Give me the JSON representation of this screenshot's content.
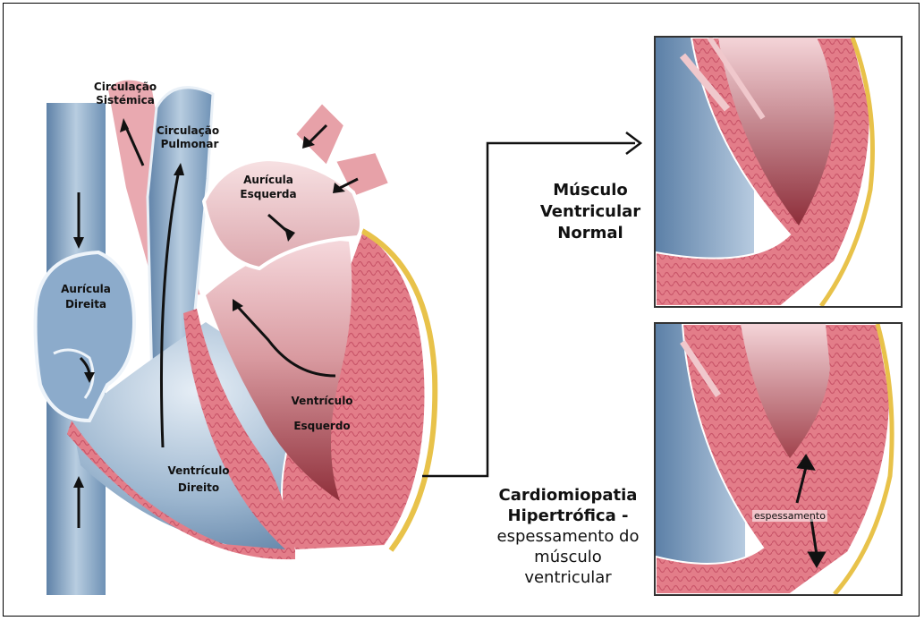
{
  "colors": {
    "muscle": "#e0727e",
    "muscle_dark": "#c2505e",
    "vessel_blue": "#6c8fb3",
    "blood_red": "#b14a52",
    "fat_yellow": "#e8c24a",
    "line": "#111111"
  },
  "heart": {
    "labels": {
      "systemic": [
        "Circulação",
        "Sistémica"
      ],
      "pulmonary": [
        "Circulação",
        "Pulmonar"
      ],
      "left_atrium": [
        "Aurícula",
        "Esquerda"
      ],
      "right_atrium": [
        "Aurícula",
        "Direita"
      ],
      "left_ventricle": [
        "Ventrículo",
        "Esquerdo"
      ],
      "right_ventricle": [
        "Ventrículo",
        "Direito"
      ]
    }
  },
  "insets": {
    "normal": {
      "caption": [
        "Músculo",
        "Ventricular",
        "Normal"
      ]
    },
    "hypertrophic": {
      "caption_bold": [
        "Cardiomiopatia",
        "Hipertrófica -"
      ],
      "caption_normal": [
        "espessamento do",
        "músculo",
        "ventricular"
      ],
      "thickening_label": "espessamento"
    }
  }
}
